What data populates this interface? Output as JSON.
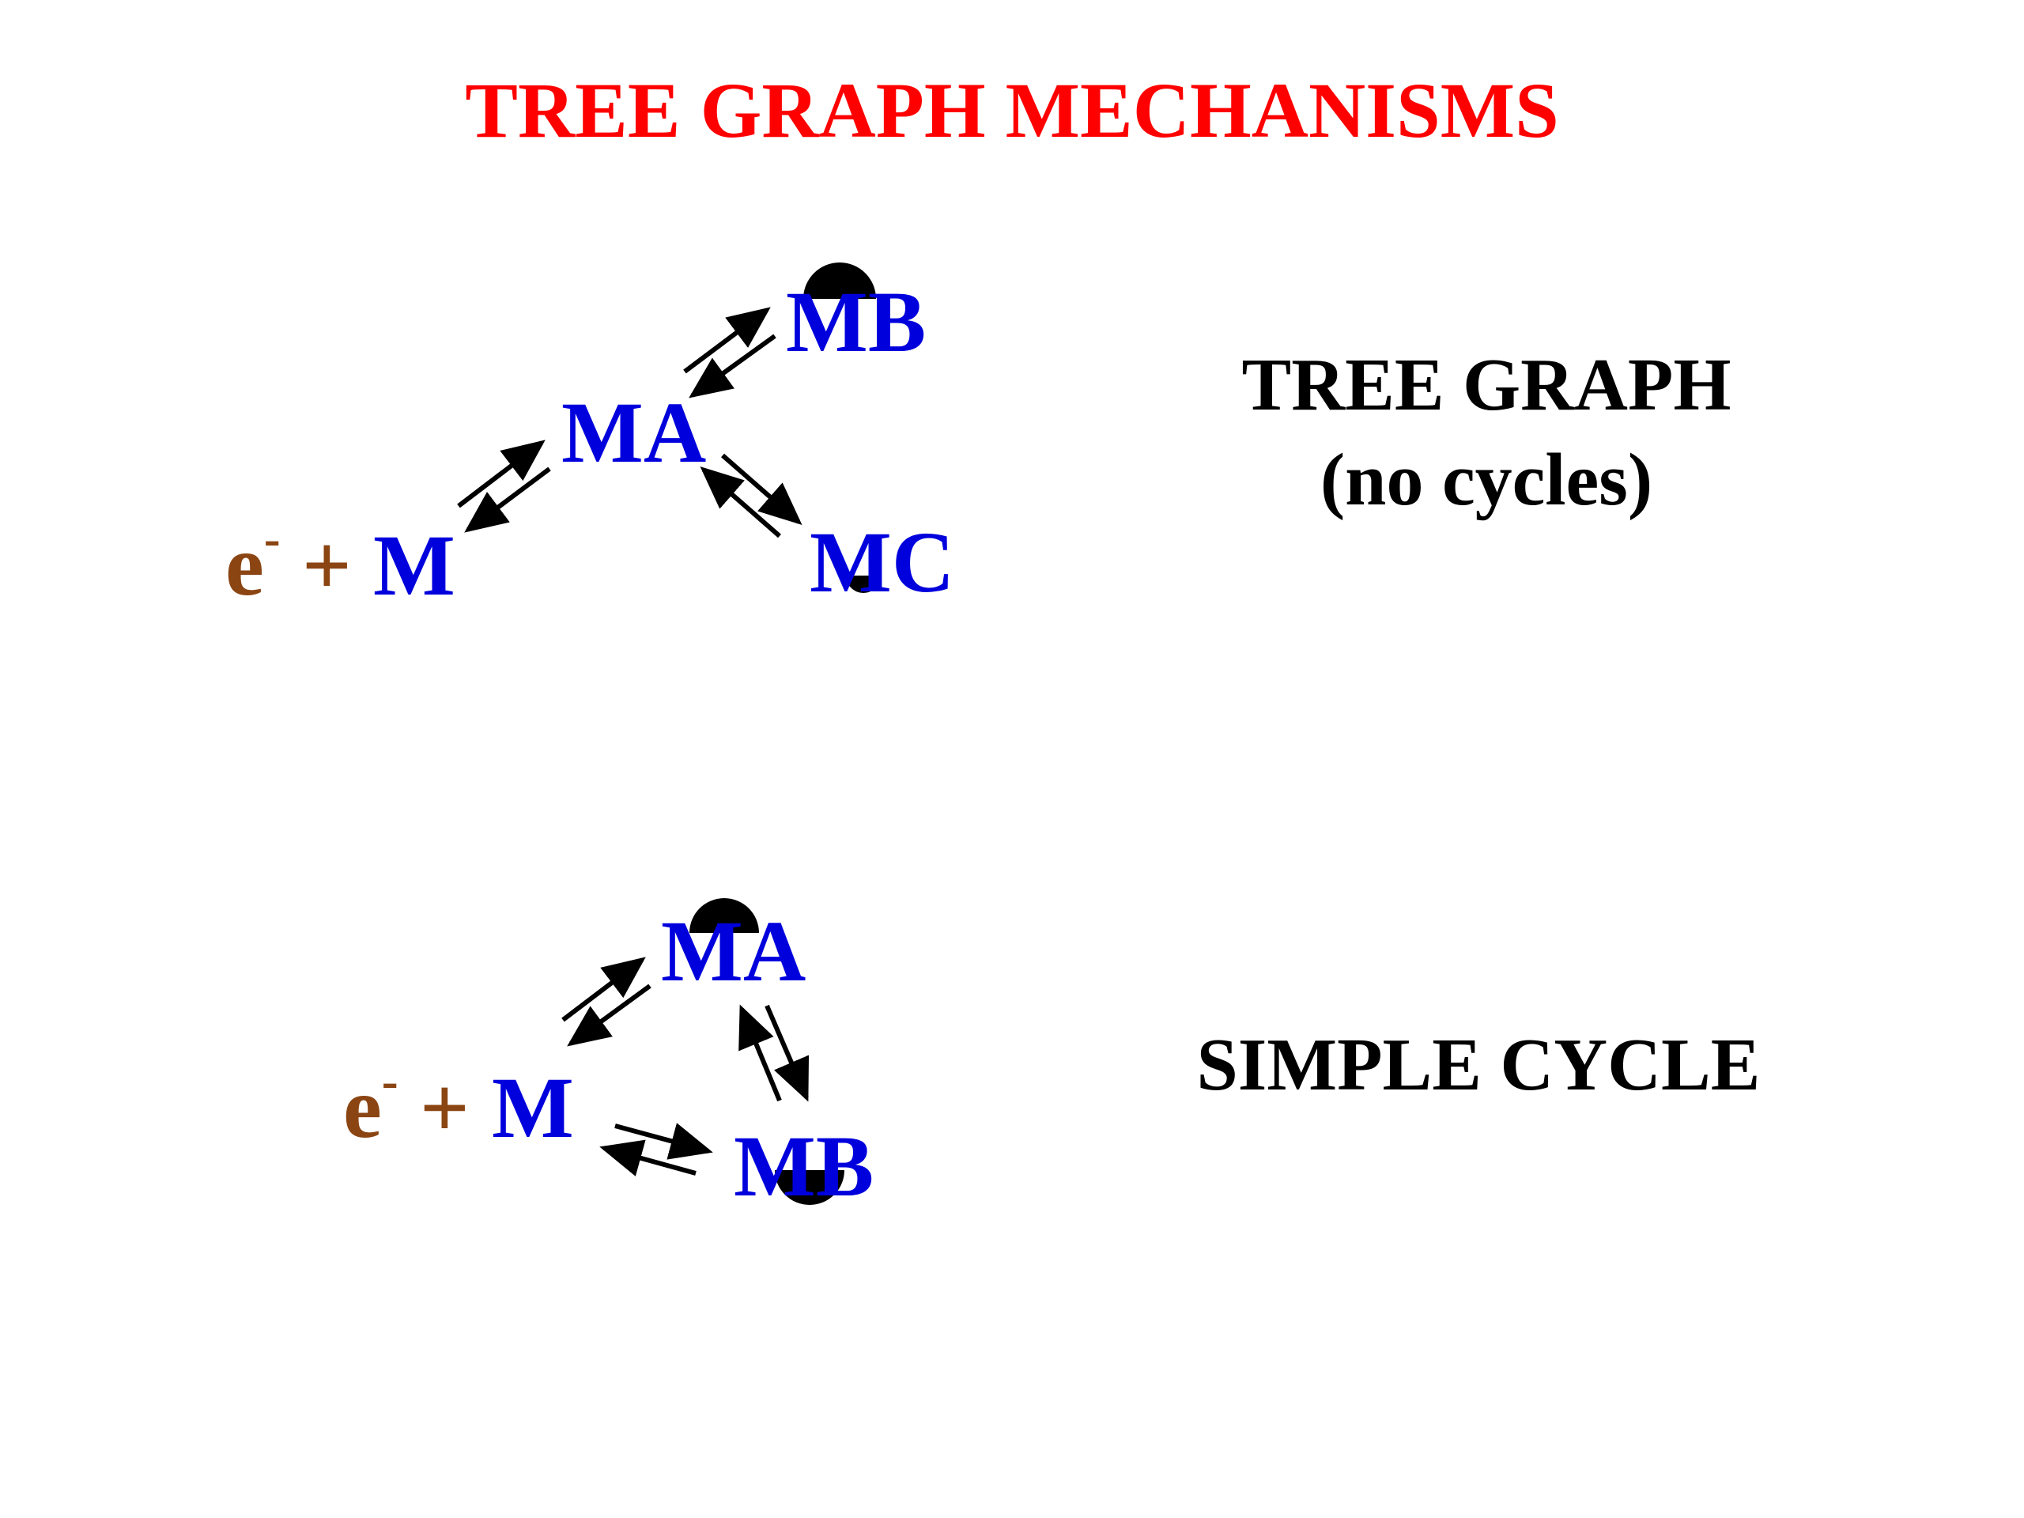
{
  "title": "TREE GRAPH MECHANISMS",
  "tree": {
    "reactant": {
      "electron": "e",
      "charge": "-",
      "plus": "+",
      "metal": "M"
    },
    "node_ma": "MA",
    "node_mb": "MB",
    "node_mc": "MC",
    "label_line1": "TREE GRAPH",
    "label_line2": "(no cycles)"
  },
  "cycle": {
    "reactant": {
      "electron": "e",
      "charge": "-",
      "plus": "+",
      "metal": "M"
    },
    "node_ma": "MA",
    "node_mb": "MB",
    "label": "SIMPLE CYCLE"
  },
  "colors": {
    "title": "#ff0000",
    "species": "#0000dd",
    "electron": "#8b4513",
    "label": "#000000",
    "arrow": "#000000"
  }
}
